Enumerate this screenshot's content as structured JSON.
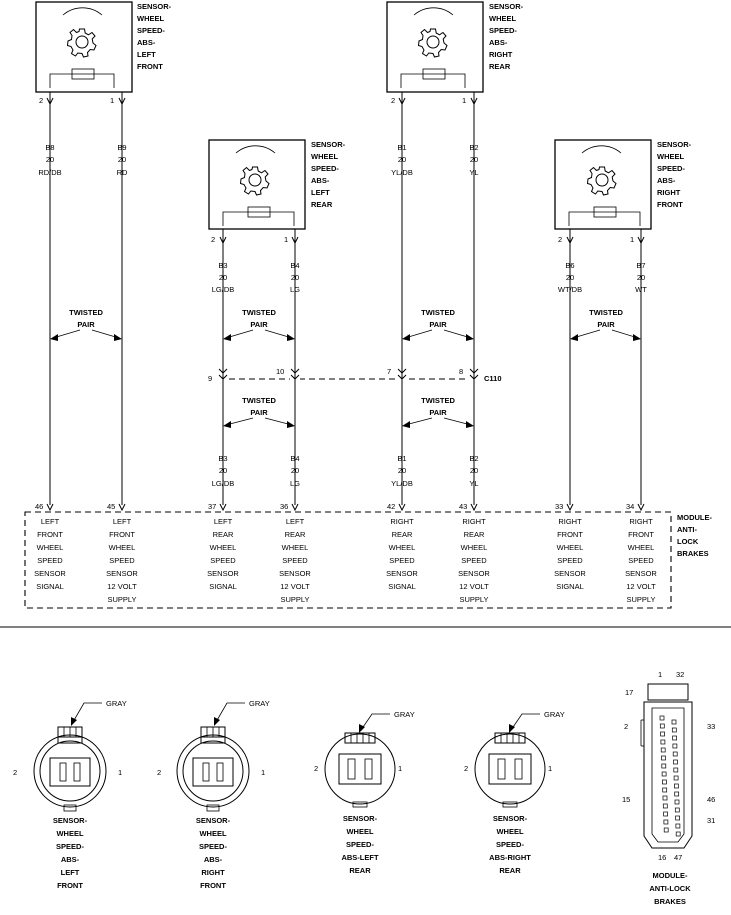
{
  "sensors": [
    {
      "id": "lf",
      "name_lines": [
        "SENSOR-",
        "WHEEL",
        "SPEED-",
        "ABS-",
        "LEFT",
        "FRONT"
      ],
      "pins": [
        {
          "num": "2",
          "cavity": "B8",
          "gauge": "20",
          "color": "RD/DB"
        },
        {
          "num": "1",
          "cavity": "B9",
          "gauge": "20",
          "color": "RD"
        }
      ]
    },
    {
      "id": "rr",
      "name_lines": [
        "SENSOR-",
        "WHEEL",
        "SPEED-",
        "ABS-",
        "RIGHT",
        "REAR"
      ],
      "pins": [
        {
          "num": "2",
          "cavity": "B1",
          "gauge": "20",
          "color": "YL/DB"
        },
        {
          "num": "1",
          "cavity": "B2",
          "gauge": "20",
          "color": "YL"
        }
      ]
    },
    {
      "id": "lr",
      "name_lines": [
        "SENSOR-",
        "WHEEL",
        "SPEED-",
        "ABS-",
        "LEFT",
        "REAR"
      ],
      "pins": [
        {
          "num": "2",
          "cavity": "B3",
          "gauge": "20",
          "color": "LG/DB"
        },
        {
          "num": "1",
          "cavity": "B4",
          "gauge": "20",
          "color": "LG"
        }
      ]
    },
    {
      "id": "rf",
      "name_lines": [
        "SENSOR-",
        "WHEEL",
        "SPEED-",
        "ABS-",
        "RIGHT",
        "FRONT"
      ],
      "pins": [
        {
          "num": "2",
          "cavity": "B6",
          "gauge": "20",
          "color": "WT/DB"
        },
        {
          "num": "1",
          "cavity": "B7",
          "gauge": "20",
          "color": "WT"
        }
      ]
    }
  ],
  "twisted_pair_lines": [
    "TWISTED",
    "PAIR"
  ],
  "connector": {
    "name": "C110",
    "pins": [
      "9",
      "10",
      "7",
      "8"
    ],
    "lower_labels": [
      {
        "cavity": "B3",
        "gauge": "20",
        "color": "LG/DB"
      },
      {
        "cavity": "B4",
        "gauge": "20",
        "color": "LG"
      },
      {
        "cavity": "B1",
        "gauge": "20",
        "color": "YL/DB"
      },
      {
        "cavity": "B2",
        "gauge": "20",
        "color": "YL"
      }
    ]
  },
  "module": {
    "name_lines": [
      "MODULE-",
      "ANTI-",
      "LOCK",
      "BRAKES"
    ],
    "pins": [
      {
        "num": "46",
        "desc": [
          "LEFT",
          "FRONT",
          "WHEEL",
          "SPEED",
          "SENSOR",
          "SIGNAL"
        ]
      },
      {
        "num": "45",
        "desc": [
          "LEFT",
          "FRONT",
          "WHEEL",
          "SPEED",
          "SENSOR",
          "12 VOLT",
          "SUPPLY"
        ]
      },
      {
        "num": "37",
        "desc": [
          "LEFT",
          "REAR",
          "WHEEL",
          "SPEED",
          "SENSOR",
          "SIGNAL"
        ]
      },
      {
        "num": "36",
        "desc": [
          "LEFT",
          "REAR",
          "WHEEL",
          "SPEED",
          "SENSOR",
          "12 VOLT",
          "SUPPLY"
        ]
      },
      {
        "num": "42",
        "desc": [
          "RIGHT",
          "REAR",
          "WHEEL",
          "SPEED",
          "SENSOR",
          "SIGNAL"
        ]
      },
      {
        "num": "43",
        "desc": [
          "RIGHT",
          "REAR",
          "WHEEL",
          "SPEED",
          "SENSOR",
          "12 VOLT",
          "SUPPLY"
        ]
      },
      {
        "num": "33",
        "desc": [
          "RIGHT",
          "FRONT",
          "WHEEL",
          "SPEED",
          "SENSOR",
          "SIGNAL"
        ]
      },
      {
        "num": "34",
        "desc": [
          "RIGHT",
          "FRONT",
          "WHEEL",
          "SPEED",
          "SENSOR",
          "12 VOLT",
          "SUPPLY"
        ]
      }
    ]
  },
  "connector_views": [
    {
      "id": "lf",
      "color": "GRAY",
      "pin_left": "2",
      "pin_right": "1",
      "caption_lines": [
        "SENSOR-",
        "WHEEL",
        "SPEED-",
        "ABS-",
        "LEFT",
        "FRONT"
      ]
    },
    {
      "id": "rf",
      "color": "GRAY",
      "pin_left": "2",
      "pin_right": "1",
      "caption_lines": [
        "SENSOR-",
        "WHEEL",
        "SPEED-",
        "ABS-",
        "RIGHT",
        "FRONT"
      ]
    },
    {
      "id": "lr",
      "color": "GRAY",
      "pin_left": "2",
      "pin_right": "1",
      "caption_lines": [
        "SENSOR-",
        "WHEEL",
        "SPEED-",
        "ABS-LEFT",
        "REAR"
      ]
    },
    {
      "id": "rr",
      "color": "GRAY",
      "pin_left": "2",
      "pin_right": "1",
      "caption_lines": [
        "SENSOR-",
        "WHEEL",
        "SPEED-",
        "ABS-RIGHT",
        "REAR"
      ]
    }
  ],
  "module_connector_view": {
    "pin_labels": [
      "1",
      "32",
      "17",
      "2",
      "33",
      "15",
      "46",
      "31",
      "16",
      "47"
    ],
    "caption_lines": [
      "MODULE-",
      "ANTI-LOCK",
      "BRAKES"
    ]
  }
}
